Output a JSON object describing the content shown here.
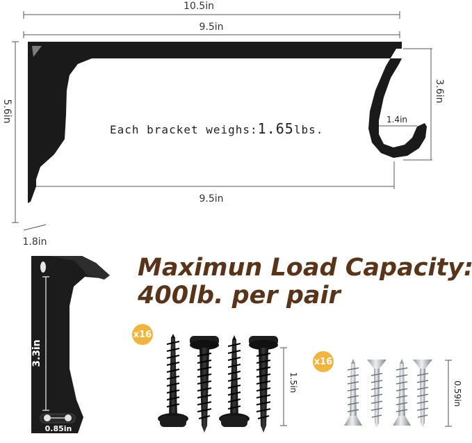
{
  "dimensions": {
    "total_width": "10.5in",
    "top_width": "9.5in",
    "bottom_width": "9.5in",
    "height": "5.6in",
    "hook_drop": "3.6in",
    "hook_width": "1.4in",
    "depth": "1.8in",
    "plate_height": "3.3in",
    "plate_width": "0.85in",
    "screw_length": "1.5in",
    "small_screw_length": "0.59in"
  },
  "weight_text": {
    "prefix": "Each bracket weighs:",
    "value": "1.65",
    "unit": "lbs."
  },
  "headline": {
    "line1": "Maximun Load Capacity:",
    "line2": "400lb. per pair"
  },
  "badges": {
    "black_screws": "x16",
    "silver_screws": "x16"
  },
  "colors": {
    "bracket": "#1a1a1a",
    "headline": "#5a3419",
    "badge": "#f2b43a",
    "silver": "#c8ccd0"
  }
}
